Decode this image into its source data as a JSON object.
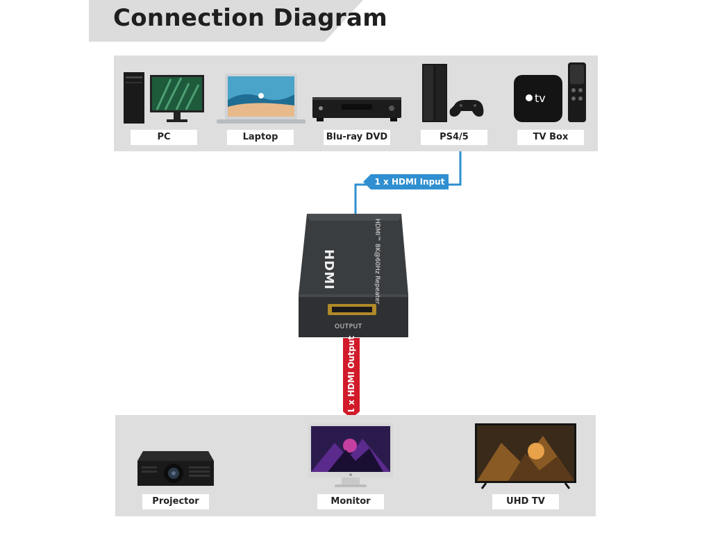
{
  "title": "Connection Diagram",
  "sources": [
    {
      "label": "PC",
      "icon": "pc-icon"
    },
    {
      "label": "Laptop",
      "icon": "laptop-icon"
    },
    {
      "label": "Blu-ray DVD",
      "icon": "bluray-player-icon"
    },
    {
      "label": "PS4/5",
      "icon": "ps5-console-icon"
    },
    {
      "label": "TV Box",
      "icon": "apple-tv-icon"
    }
  ],
  "input_tag": "1 x HDMI Input",
  "device": {
    "side_text": "HDMI™ 8K@60Hz Repeater",
    "port_label": "OUTPUT",
    "logo": "HDMI"
  },
  "output_tag": "1 x HDMI Output",
  "displays": [
    {
      "label": "Projector",
      "icon": "projector-icon"
    },
    {
      "label": "Monitor",
      "icon": "monitor-icon"
    },
    {
      "label": "UHD TV",
      "icon": "uhd-tv-icon"
    }
  ],
  "colors": {
    "input_line": "#2f8fd0",
    "output_line": "#d11a2a",
    "panel": "#dedede"
  }
}
